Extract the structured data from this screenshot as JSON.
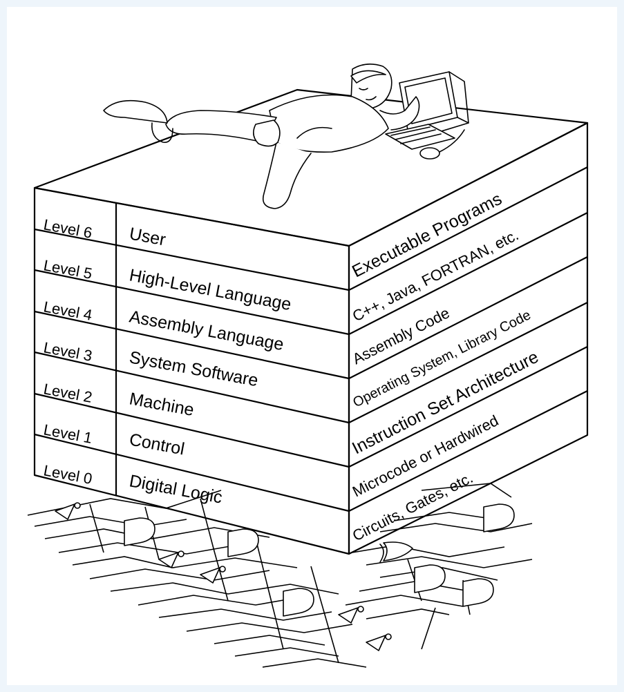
{
  "diagram": {
    "levels": [
      {
        "level": "Level 6",
        "name": "User",
        "side": "Executable Programs"
      },
      {
        "level": "Level 5",
        "name": "High-Level Language",
        "side": "C++, Java, FORTRAN, etc."
      },
      {
        "level": "Level 4",
        "name": "Assembly Language",
        "side": "Assembly Code"
      },
      {
        "level": "Level 3",
        "name": "System Software",
        "side": "Operating System, Library Code"
      },
      {
        "level": "Level 2",
        "name": "Machine",
        "side": "Instruction Set Architecture"
      },
      {
        "level": "Level 1",
        "name": "Control",
        "side": "Microcode or Hardwired"
      },
      {
        "level": "Level 0",
        "name": "Digital Logic",
        "side": "Circuits, Gates, etc."
      }
    ]
  },
  "colors": {
    "frame": "#eef5fb",
    "background": "#ffffff",
    "ink": "#000000"
  }
}
